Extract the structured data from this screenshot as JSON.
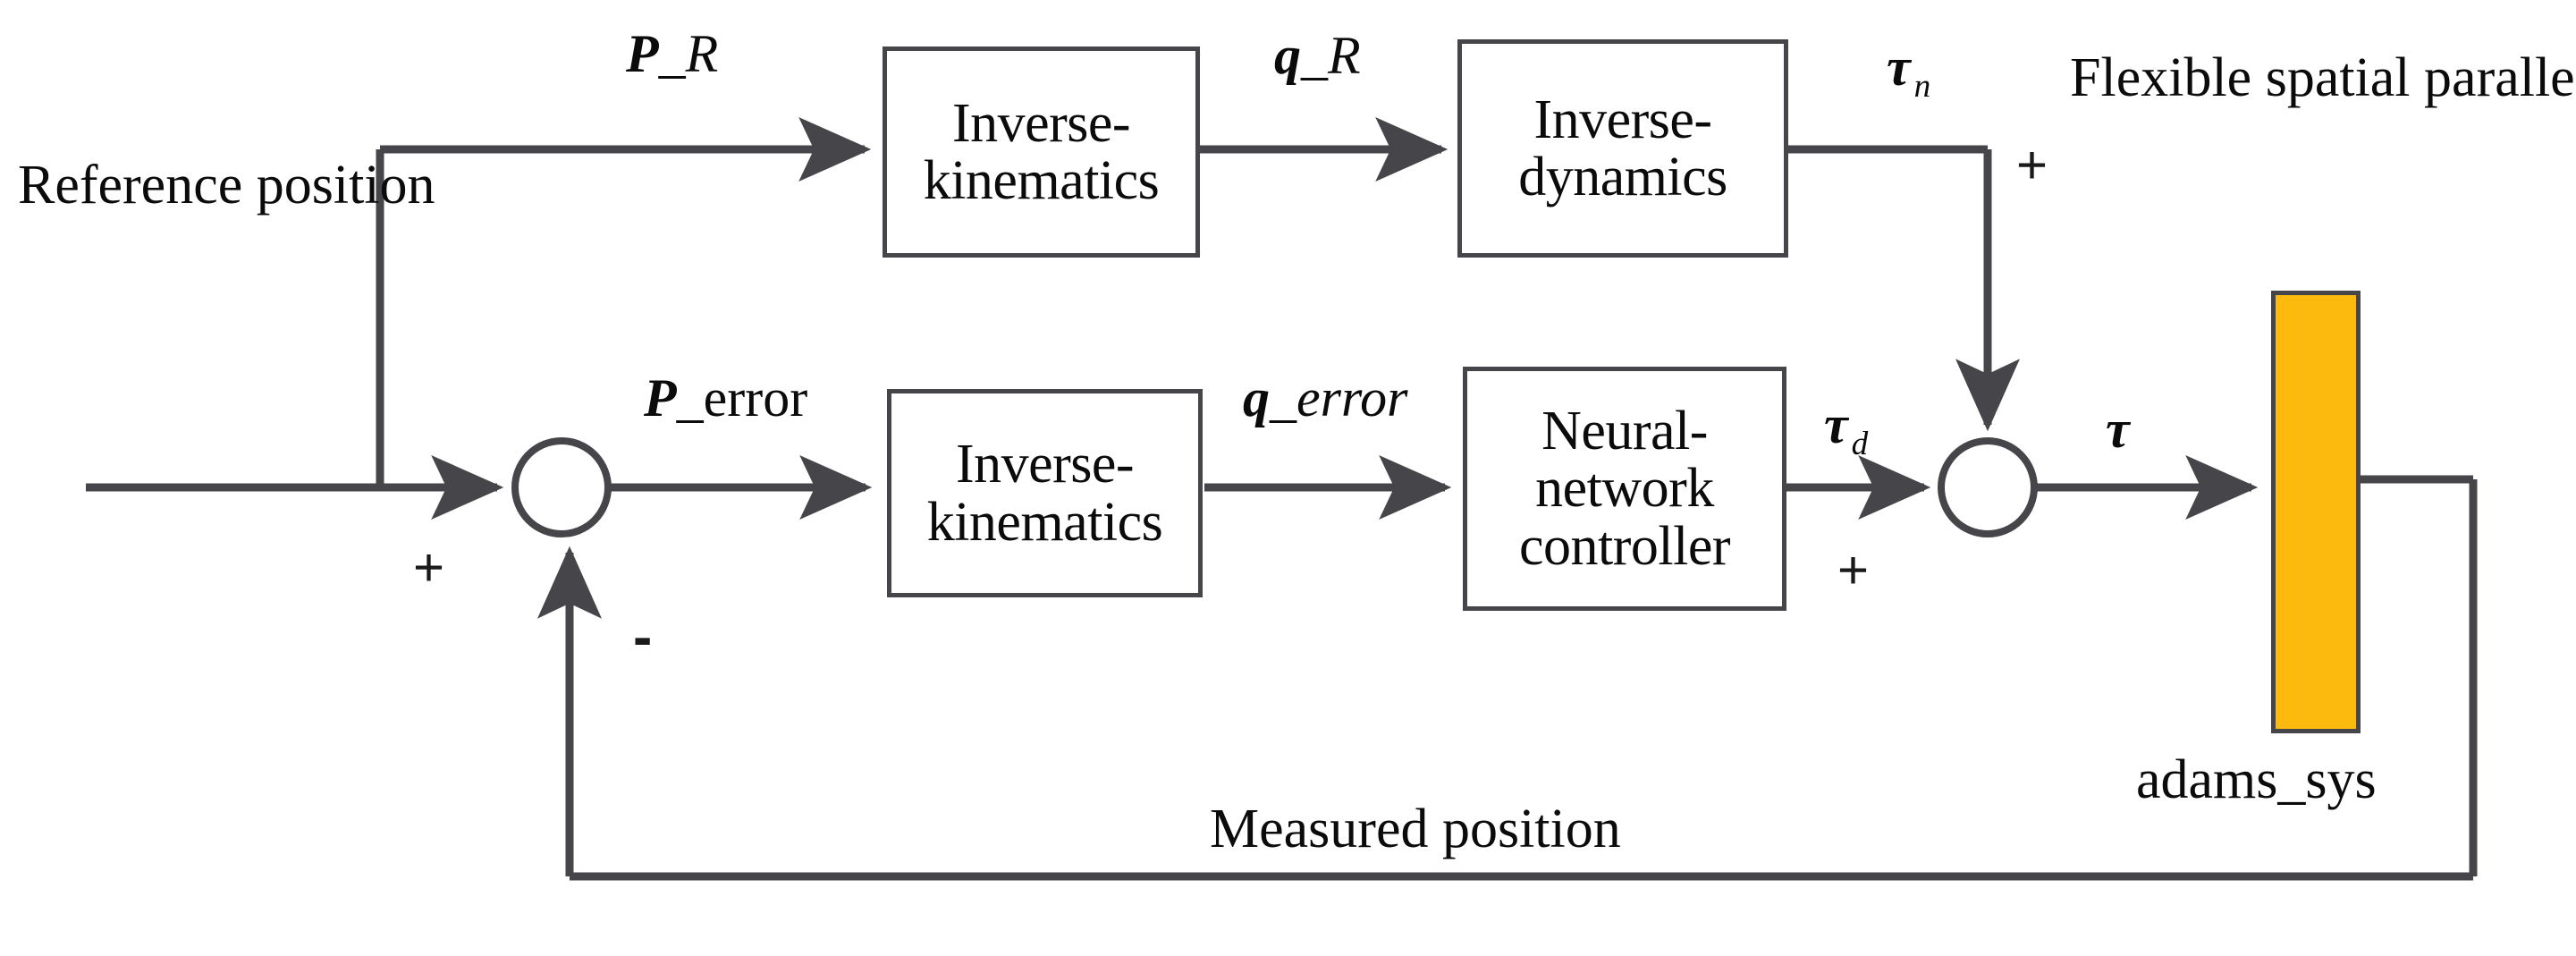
{
  "diagram": {
    "title_text": "Flexible spatial parallel robot",
    "blocks": [
      {
        "name": "inverse-kinematics-top",
        "line1": "Inverse-",
        "line2": "kinematics"
      },
      {
        "name": "inverse-dynamics",
        "line1": "Inverse-",
        "line2": "dynamics"
      },
      {
        "name": "inverse-kinematics-bottom",
        "line1": "Inverse-",
        "line2": "kinematics"
      },
      {
        "name": "neural-network-controller",
        "line1": "Neural-",
        "line2": "network",
        "line3": "controller"
      }
    ],
    "labels": {
      "reference_position_line1": "Reference",
      "reference_position_line2": "position",
      "plant_line1": "Flexible spatial",
      "plant_line2": "parallel robot",
      "plant_caption": "adams_sys",
      "feedback": "Measured position"
    },
    "signals": {
      "p_r_symbol": "P",
      "p_r_rest": "_R",
      "q_r_symbol": "q",
      "q_r_rest": "_R",
      "tau_n_symbol": "τ",
      "tau_n_sub": "n",
      "p_error_symbol": "P",
      "p_error_rest": "_error",
      "q_error_symbol": "q",
      "q_error_rest": "_error",
      "tau_d_symbol": "τ",
      "tau_d_sub": "d",
      "tau_symbol": "τ"
    },
    "signs": {
      "sum1_plus": "+",
      "sum1_minus": "-",
      "sum2_plus_top": "+",
      "sum2_plus_left": "+"
    },
    "colors": {
      "plant_fill": "#fcba0f",
      "line": "#46464a",
      "text": "#0b0b0b",
      "background": "#ffffff"
    }
  }
}
